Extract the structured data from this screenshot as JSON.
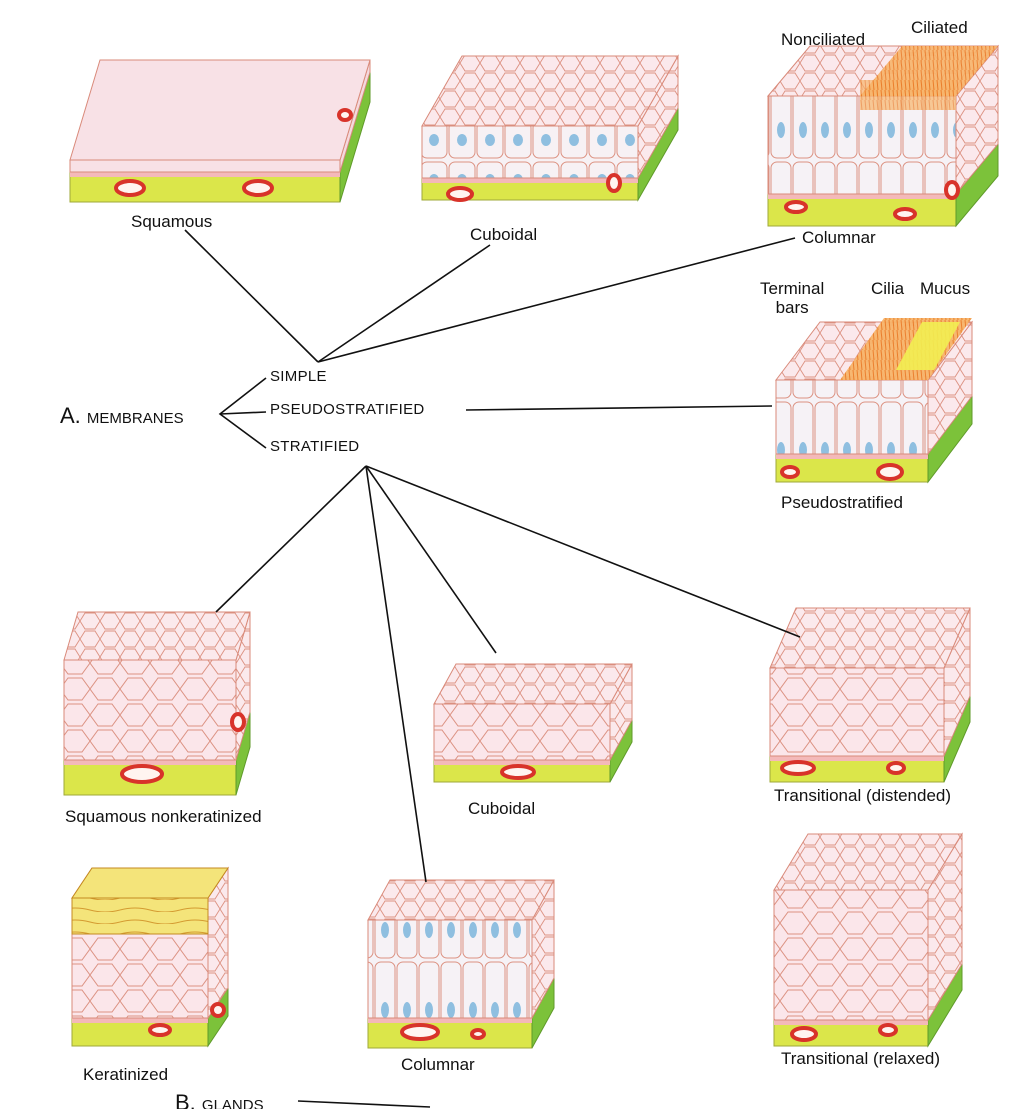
{
  "section_a": {
    "letter": "A.",
    "title": "MEMBRANES",
    "categories": [
      "SIMPLE",
      "PSEUDOSTRATIFIED",
      "STRATIFIED"
    ]
  },
  "simple": {
    "squamous": "Squamous",
    "cuboidal": "Cuboidal",
    "columnar": "Columnar",
    "columnar_parts": {
      "nonciliated": "Nonciliated",
      "ciliated": "Ciliated"
    }
  },
  "pseudostratified": {
    "caption": "Pseudostratified",
    "terminal_bars": "Terminal\nbars",
    "cilia": "Cilia",
    "mucus": "Mucus"
  },
  "stratified": {
    "squamous_nonkeratinized": "Squamous nonkeratinized",
    "keratinized": "Keratinized",
    "cuboidal": "Cuboidal",
    "columnar": "Columnar",
    "transitional_distended": "Transitional (distended)",
    "transitional_relaxed": "Transitional (relaxed)"
  },
  "section_b": {
    "letter": "B.",
    "title": "GLANDS"
  },
  "colors": {
    "cell_fill": "#fbe6ea",
    "cell_outline": "#d98a7a",
    "nucleus": "#8fbfe0",
    "connective": "#dbe64a",
    "connective_side": "#7cc23a",
    "basement": "#f4b9b9",
    "vessel": "#d8332a",
    "cilia": "#f59a3a",
    "mucus": "#f2ee52",
    "keratin": "#f4e47a"
  }
}
